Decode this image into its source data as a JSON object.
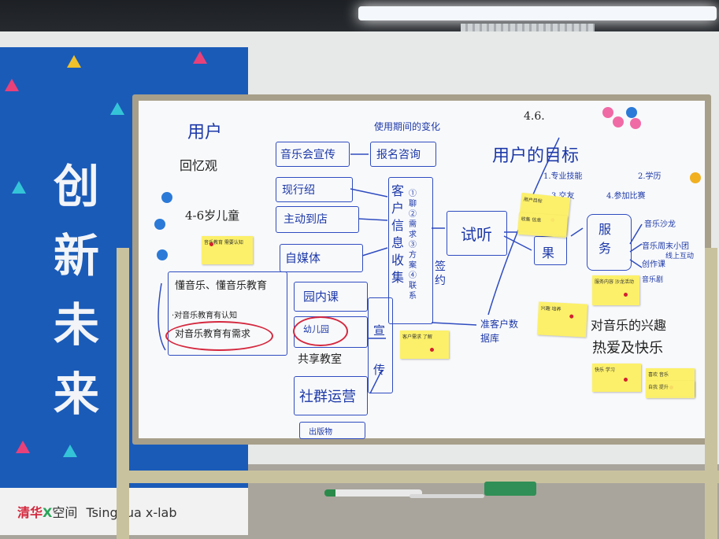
{
  "banner": {
    "words": [
      "创",
      "新",
      "未",
      "来"
    ],
    "logo_main": "清华",
    "logo_x": "X",
    "logo_space": "空间",
    "logo_en": "Tsinghua x-lab"
  },
  "board": {
    "date": "4.6.",
    "title_user": "用户",
    "subtitle_values": "回忆观",
    "age": "4-6岁儿童",
    "flow_top": "使用期间的变化",
    "channels": [
      "音乐会宣传",
      "现行绍",
      "主动到店",
      "自媒体"
    ],
    "report": "报名咨询",
    "info_col": "客户信息收集",
    "info_sub": "①聊 ②需求 ③方案 ④联系",
    "trial": "试听",
    "sign": "签约",
    "result": "果",
    "goal": "用户的目标",
    "goal_items": [
      "1.专业技能",
      "2.学历",
      "3.交友",
      "4.参加比赛"
    ],
    "service": "服务",
    "service_items": [
      "音乐沙龙",
      "音乐周末小团",
      "创作课",
      "线上互动",
      "音乐剧"
    ],
    "left_items": [
      "懂音乐、懂音乐教育",
      "·对音乐教育有认知",
      "对音乐教育有需求"
    ],
    "offline": [
      "园内课",
      "幼儿园",
      "共享教室",
      "社群运营",
      "出版物"
    ],
    "promo": "宣传",
    "database": "准客户数据库",
    "interest_1": "对音乐的兴趣",
    "interest_2": "热爱及快乐",
    "stickies": [
      "音乐教育 需要认知",
      "用户目标",
      "服务内容 沙龙活动",
      "客户需求 了解",
      "兴趣 培养",
      "快乐 学习",
      "喜欢 音乐",
      "收集 信息",
      "自我 提升"
    ]
  },
  "colors": {
    "ink_blue": "#1d39a8",
    "ink_red": "#d4283e",
    "sticky": "#fcf06a",
    "banner_blue": "#1a5bb8"
  }
}
